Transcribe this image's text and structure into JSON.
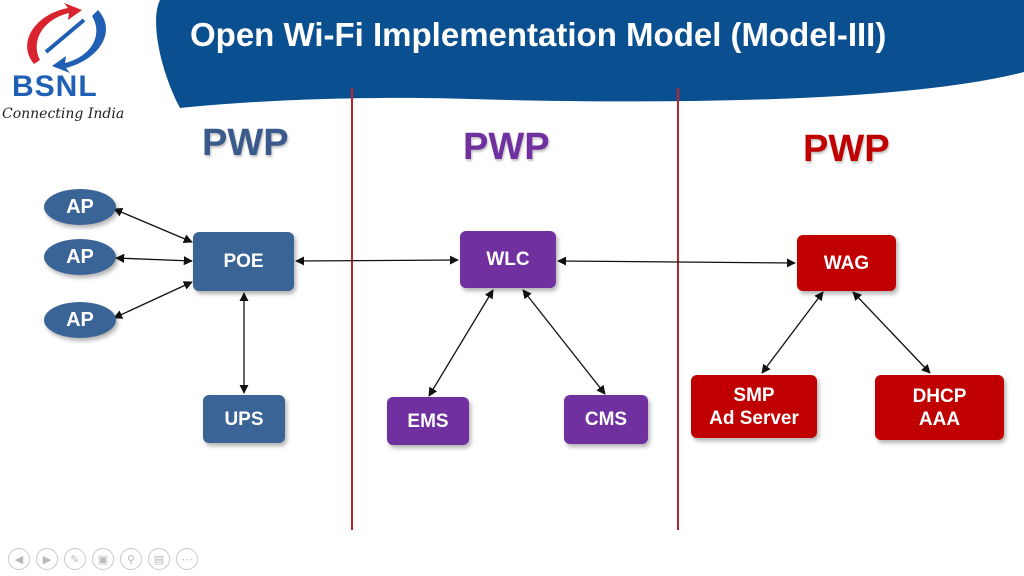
{
  "slide": {
    "title": "Open Wi-Fi Implementation Model (Model-III)",
    "logo": {
      "brand": "BSNL",
      "tagline": "Connecting India"
    },
    "colors": {
      "header": "#0a4f8f",
      "blue": "#3a6496",
      "purple": "#7030a0",
      "red": "#c00000",
      "divider": "#c0222a"
    }
  },
  "columns": [
    {
      "label": "PWP",
      "color": "#3a5a8c"
    },
    {
      "label": "PWP",
      "color": "#7030a0"
    },
    {
      "label": "PWP",
      "color": "#c00000"
    }
  ],
  "nodes": {
    "ap1": "AP",
    "ap2": "AP",
    "ap3": "AP",
    "poe": "POE",
    "ups": "UPS",
    "wlc": "WLC",
    "ems": "EMS",
    "cms": "CMS",
    "wag": "WAG",
    "smp": [
      "SMP",
      "Ad Server"
    ],
    "dhcp": [
      "DHCP",
      "AAA"
    ]
  },
  "edges": [
    [
      "ap1",
      "poe"
    ],
    [
      "ap2",
      "poe"
    ],
    [
      "ap3",
      "poe"
    ],
    [
      "poe",
      "ups"
    ],
    [
      "poe",
      "wlc"
    ],
    [
      "wlc",
      "ems"
    ],
    [
      "wlc",
      "cms"
    ],
    [
      "wlc",
      "wag"
    ],
    [
      "wag",
      "smp"
    ],
    [
      "wag",
      "dhcp"
    ]
  ],
  "nav_icons": [
    "prev-icon",
    "next-icon",
    "pen-icon",
    "slides-icon",
    "zoom-icon",
    "subtitles-icon",
    "more-icon"
  ]
}
